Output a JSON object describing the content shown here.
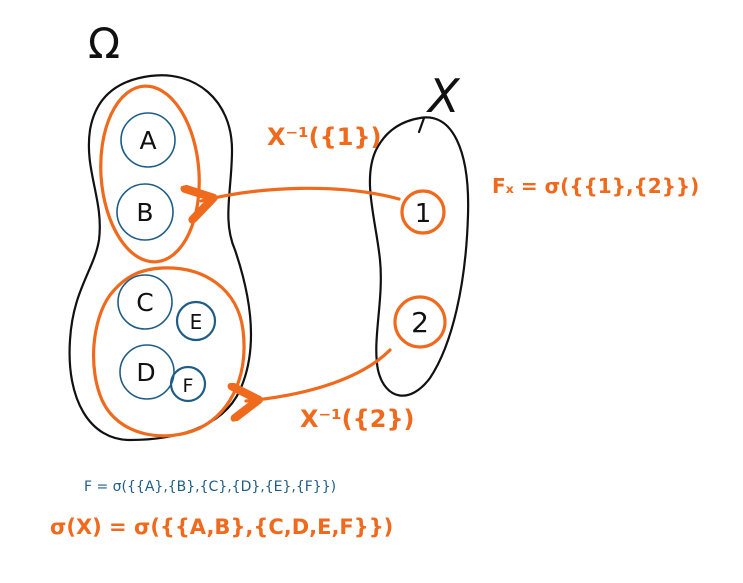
{
  "colors": {
    "orange": "#ef6a1d",
    "blue": "#1f5d86",
    "black": "#111111"
  },
  "omega": {
    "label": "Ω"
  },
  "random_variable": {
    "label": "X",
    "values": [
      "1",
      "2"
    ]
  },
  "outcomes": [
    "A",
    "B",
    "C",
    "D",
    "E",
    "F"
  ],
  "preimages": {
    "top": {
      "label": "X⁻¹({1})"
    },
    "bottom": {
      "label": "X⁻¹({2})"
    }
  },
  "sigma_algebras": {
    "f_x": "Fₓ = σ({{1},{2}})",
    "f": "F = σ({{A},{B},{C},{D},{E},{F}})",
    "sigma_x": "σ(X) = σ({{A,B},{C,D,E,F}})"
  }
}
